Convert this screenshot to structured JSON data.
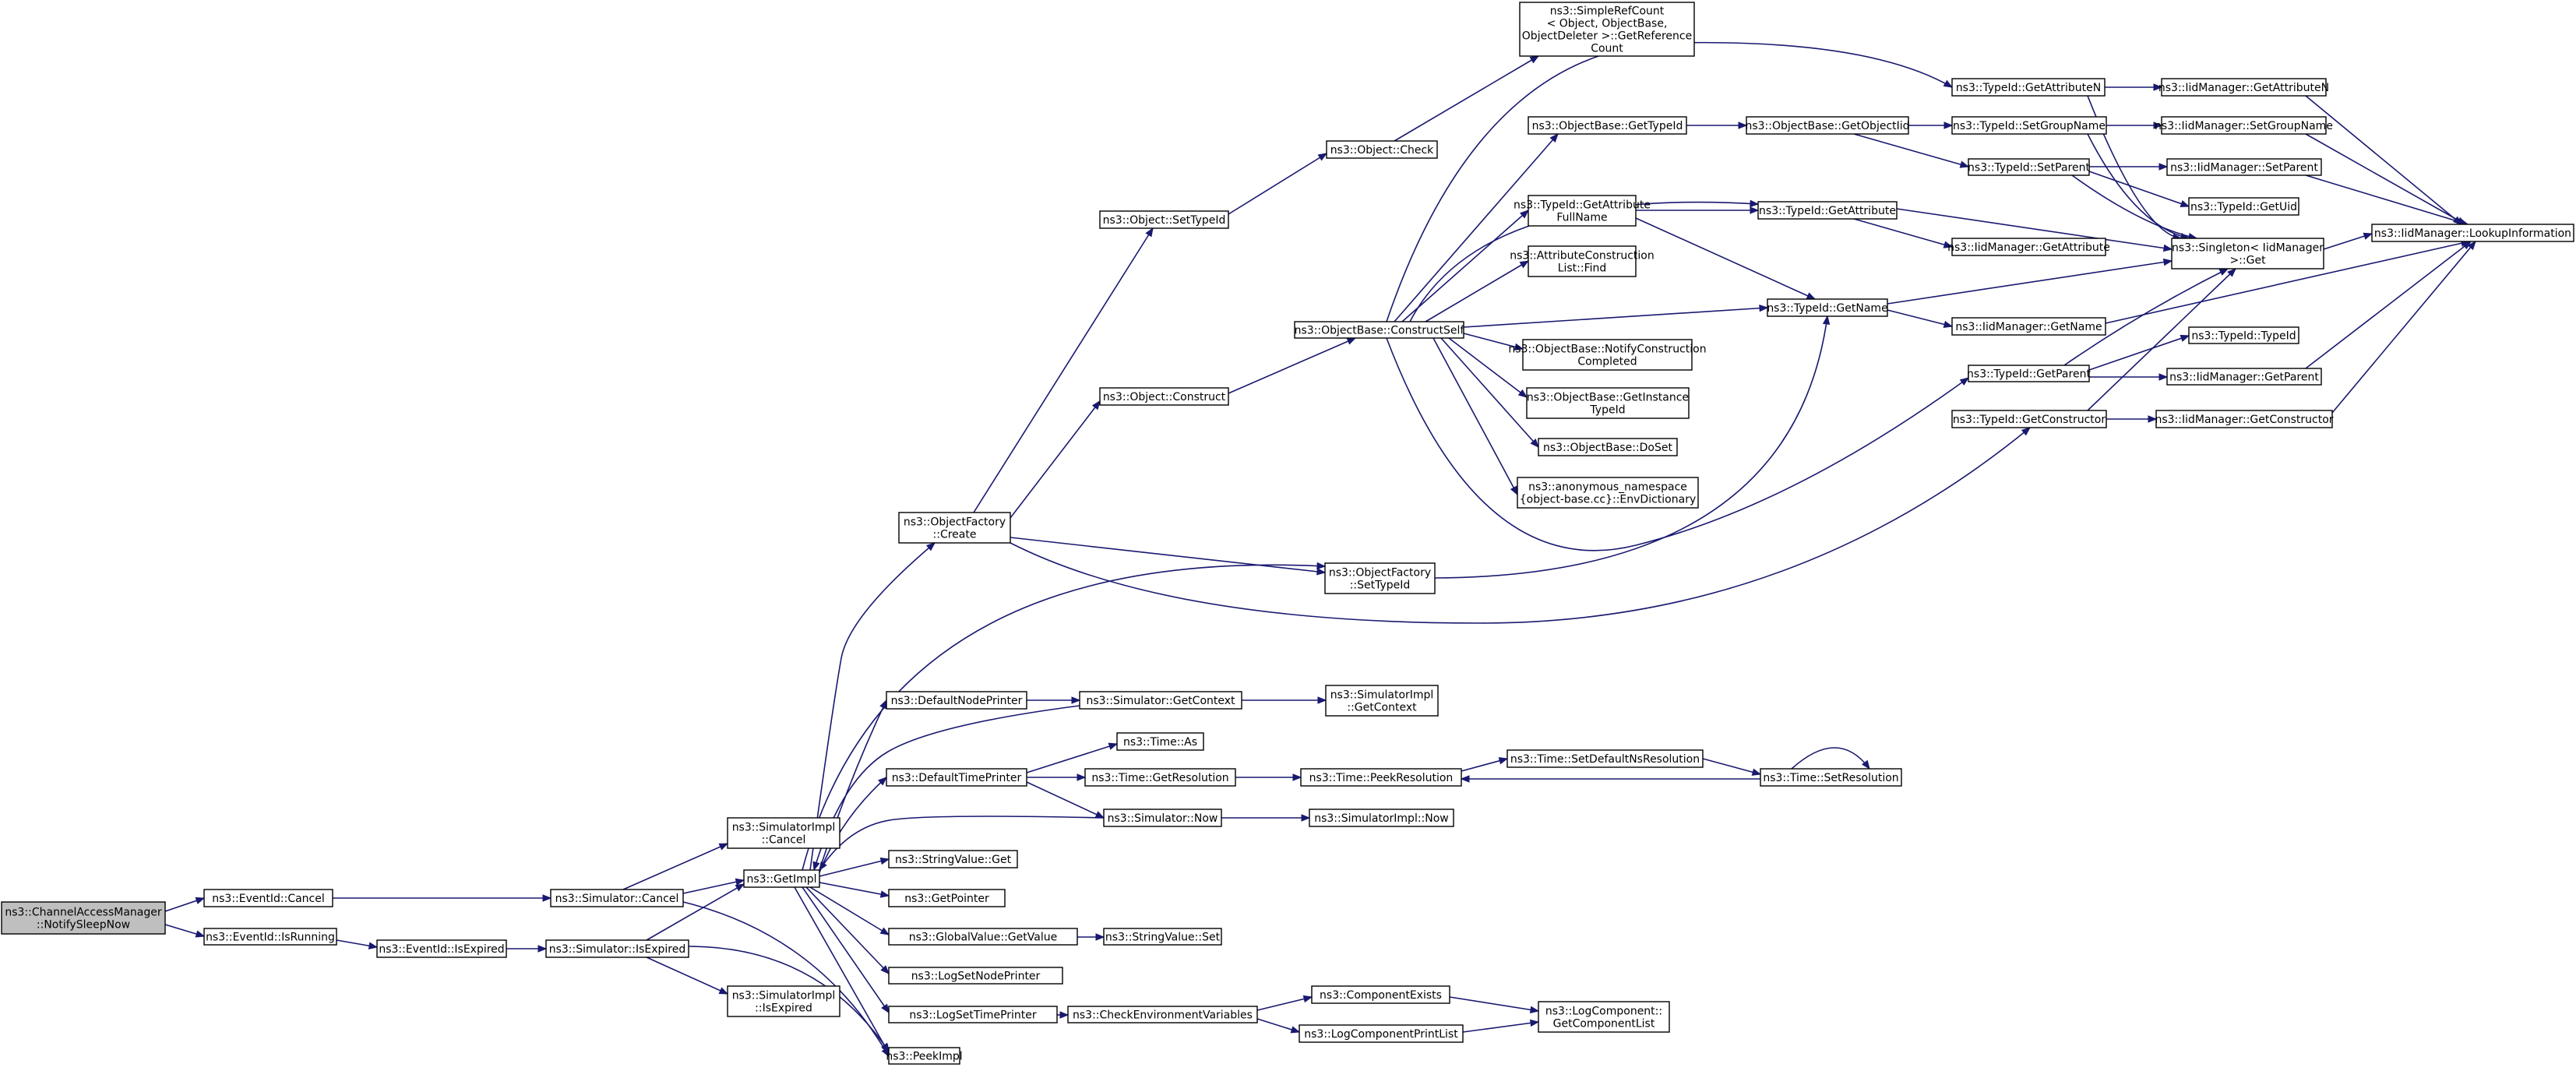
{
  "diagram": {
    "nodes": [
      {
        "id": "root",
        "lines": [
          "ns3::ChannelAccessManager",
          "::NotifySleepNow"
        ],
        "root": true
      },
      {
        "id": "evCancel",
        "lines": [
          "ns3::EventId::Cancel"
        ]
      },
      {
        "id": "evIsRunning",
        "lines": [
          "ns3::EventId::IsRunning"
        ]
      },
      {
        "id": "evIsExpired",
        "lines": [
          "ns3::EventId::IsExpired"
        ]
      },
      {
        "id": "simCancel",
        "lines": [
          "ns3::Simulator::Cancel"
        ]
      },
      {
        "id": "simIsExpired",
        "lines": [
          "ns3::Simulator::IsExpired"
        ]
      },
      {
        "id": "simImplCancel",
        "lines": [
          "ns3::SimulatorImpl",
          "::Cancel"
        ]
      },
      {
        "id": "simImplIsExpired",
        "lines": [
          "ns3::SimulatorImpl",
          "::IsExpired"
        ]
      },
      {
        "id": "getImpl",
        "lines": [
          "ns3::GetImpl"
        ]
      },
      {
        "id": "peekImpl",
        "lines": [
          "ns3::PeekImpl"
        ]
      },
      {
        "id": "ofCreate",
        "lines": [
          "ns3::ObjectFactory",
          "::Create"
        ]
      },
      {
        "id": "defNodePrinter",
        "lines": [
          "ns3::DefaultNodePrinter"
        ]
      },
      {
        "id": "defTimePrinter",
        "lines": [
          "ns3::DefaultTimePrinter"
        ]
      },
      {
        "id": "svGet",
        "lines": [
          "ns3::StringValue::Get"
        ]
      },
      {
        "id": "getPointer",
        "lines": [
          "ns3::GetPointer"
        ]
      },
      {
        "id": "gvGetValue",
        "lines": [
          "ns3::GlobalValue::GetValue"
        ]
      },
      {
        "id": "logSetNodePrinter",
        "lines": [
          "ns3::LogSetNodePrinter"
        ]
      },
      {
        "id": "logSetTimePrinter",
        "lines": [
          "ns3::LogSetTimePrinter"
        ]
      },
      {
        "id": "objSetTypeId",
        "lines": [
          "ns3::Object::SetTypeId"
        ]
      },
      {
        "id": "objConstruct",
        "lines": [
          "ns3::Object::Construct"
        ]
      },
      {
        "id": "objCheck",
        "lines": [
          "ns3::Object::Check"
        ]
      },
      {
        "id": "simpleRef",
        "lines": [
          "ns3::SimpleRefCount",
          "< Object, ObjectBase,",
          "ObjectDeleter >::GetReference",
          "Count"
        ]
      },
      {
        "id": "obConstructSelf",
        "lines": [
          "ns3::ObjectBase::ConstructSelf"
        ]
      },
      {
        "id": "ofSetTypeId",
        "lines": [
          "ns3::ObjectFactory",
          "::SetTypeId"
        ]
      },
      {
        "id": "simGetContext",
        "lines": [
          "ns3::Simulator::GetContext"
        ]
      },
      {
        "id": "simImplGetContext",
        "lines": [
          "ns3::SimulatorImpl",
          "::GetContext"
        ]
      },
      {
        "id": "timeAs",
        "lines": [
          "ns3::Time::As"
        ]
      },
      {
        "id": "timeGetResolution",
        "lines": [
          "ns3::Time::GetResolution"
        ]
      },
      {
        "id": "simNow",
        "lines": [
          "ns3::Simulator::Now"
        ]
      },
      {
        "id": "simImplNow",
        "lines": [
          "ns3::SimulatorImpl::Now"
        ]
      },
      {
        "id": "timePeekResolution",
        "lines": [
          "ns3::Time::PeekResolution"
        ]
      },
      {
        "id": "timeSetDefaultNs",
        "lines": [
          "ns3::Time::SetDefaultNsResolution"
        ]
      },
      {
        "id": "timeSetResolution",
        "lines": [
          "ns3::Time::SetResolution"
        ]
      },
      {
        "id": "svSet",
        "lines": [
          "ns3::StringValue::Set"
        ]
      },
      {
        "id": "checkEnv",
        "lines": [
          "ns3::CheckEnvironmentVariables"
        ]
      },
      {
        "id": "compExists",
        "lines": [
          "ns3::ComponentExists"
        ]
      },
      {
        "id": "logCompPrintList",
        "lines": [
          "ns3::LogComponentPrintList"
        ]
      },
      {
        "id": "logCompGetList",
        "lines": [
          "ns3::LogComponent::",
          "GetComponentList"
        ]
      },
      {
        "id": "obGetTypeId",
        "lines": [
          "ns3::ObjectBase::GetTypeId"
        ]
      },
      {
        "id": "tidGetAttrFullName",
        "lines": [
          "ns3::TypeId::GetAttribute",
          "FullName"
        ]
      },
      {
        "id": "acListFind",
        "lines": [
          "ns3::AttributeConstruction",
          "List::Find"
        ]
      },
      {
        "id": "obNotifyConstruction",
        "lines": [
          "ns3::ObjectBase::NotifyConstruction",
          "Completed"
        ]
      },
      {
        "id": "obGetInstanceTypeId",
        "lines": [
          "ns3::ObjectBase::GetInstance",
          "TypeId"
        ]
      },
      {
        "id": "obDoSet",
        "lines": [
          "ns3::ObjectBase::DoSet"
        ]
      },
      {
        "id": "anonEnvDict",
        "lines": [
          "ns3::anonymous_namespace",
          "{object-base.cc}::EnvDictionary"
        ]
      },
      {
        "id": "obGetObjectIid",
        "lines": [
          "ns3::ObjectBase::GetObjectIid"
        ]
      },
      {
        "id": "tidGetAttributeN",
        "lines": [
          "ns3::TypeId::GetAttributeN"
        ]
      },
      {
        "id": "tidGetAttribute",
        "lines": [
          "ns3::TypeId::GetAttribute"
        ]
      },
      {
        "id": "tidGetName",
        "lines": [
          "ns3::TypeId::GetName"
        ]
      },
      {
        "id": "tidGetParent",
        "lines": [
          "ns3::TypeId::GetParent"
        ]
      },
      {
        "id": "tidGetConstructor",
        "lines": [
          "ns3::TypeId::GetConstructor"
        ]
      },
      {
        "id": "tidSetGroupName",
        "lines": [
          "ns3::TypeId::SetGroupName"
        ]
      },
      {
        "id": "tidSetParent",
        "lines": [
          "ns3::TypeId::SetParent"
        ]
      },
      {
        "id": "iidGetAttribute",
        "lines": [
          "ns3::IidManager::GetAttribute"
        ]
      },
      {
        "id": "iidGetName",
        "lines": [
          "ns3::IidManager::GetName"
        ]
      },
      {
        "id": "iidGetAttributeN",
        "lines": [
          "ns3::IidManager::GetAttributeN"
        ]
      },
      {
        "id": "iidSetGroupName",
        "lines": [
          "ns3::IidManager::SetGroupName"
        ]
      },
      {
        "id": "iidSetParent",
        "lines": [
          "ns3::IidManager::SetParent"
        ]
      },
      {
        "id": "tidGetUid",
        "lines": [
          "ns3::TypeId::GetUid"
        ]
      },
      {
        "id": "singletonGet",
        "lines": [
          "ns3::Singleton< IidManager",
          " >::Get"
        ]
      },
      {
        "id": "tidTypeId",
        "lines": [
          "ns3::TypeId::TypeId"
        ]
      },
      {
        "id": "iidGetParent",
        "lines": [
          "ns3::IidManager::GetParent"
        ]
      },
      {
        "id": "iidGetConstructor",
        "lines": [
          "ns3::IidManager::GetConstructor"
        ]
      },
      {
        "id": "iidLookup",
        "lines": [
          "ns3::IidManager::LookupInformation"
        ]
      }
    ]
  }
}
